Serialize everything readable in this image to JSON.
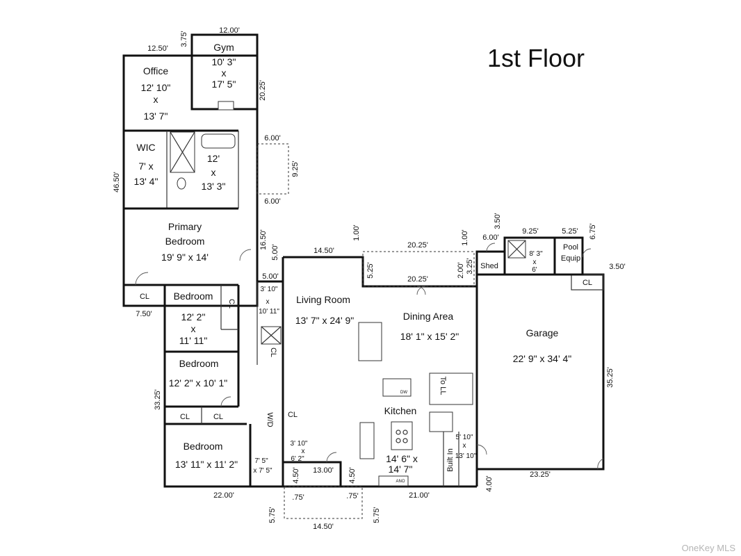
{
  "title": "1st Floor",
  "watermark": "OneKey MLS",
  "rooms": {
    "gym": {
      "name": "Gym",
      "line2": "10' 3\"",
      "line3": "x",
      "line4": "17' 5\""
    },
    "office": {
      "name": "Office",
      "line2": "12' 10\"",
      "line3": "x",
      "line4": "13' 7\""
    },
    "wic": {
      "name": "WIC",
      "line2": "7' x",
      "line3": "13' 4\""
    },
    "primary_bath": {
      "line1": "12'",
      "line2": "x",
      "line3": "13' 3\""
    },
    "primary_bedroom": {
      "name1": "Primary",
      "name2": "Bedroom",
      "size": "19' 9\" x 14'"
    },
    "bedroom_1": {
      "name": "Bedroom",
      "line2": "12' 2\"",
      "line3": "x",
      "line4": "11' 11\""
    },
    "bedroom_2": {
      "name": "Bedroom",
      "size": "12' 2\" x 10' 1\""
    },
    "bedroom_3": {
      "name": "Bedroom",
      "size": "13' 11\" x 11' 2\""
    },
    "living_room": {
      "name": "Living Room",
      "size": "13' 7\" x 24' 9\""
    },
    "dining_area": {
      "name": "Dining Area",
      "size": "18' 1\" x 15' 2\""
    },
    "kitchen": {
      "name": "Kitchen",
      "line2": "14' 6\" x",
      "line3": "14' 7\""
    },
    "garage": {
      "name": "Garage",
      "size": "22' 9\" x 34' 4\""
    },
    "shed": {
      "name": "Shed"
    },
    "pool_equip": {
      "name1": "Pool",
      "name2": "Equip"
    },
    "pool_bath": {
      "line1": "8' 3\"",
      "line2": "x",
      "line3": "6'"
    },
    "hall_bath": {
      "line1": "3' 10\"",
      "line2": "x",
      "line3": "10' 11\""
    },
    "half_bath": {
      "line1": "3' 10\"",
      "line2": "x",
      "line3": "6' 2\""
    },
    "bath_3": {
      "line1": "7' 5\"",
      "line2": "x 7' 5\""
    },
    "built_in": {
      "size1": "5' 10\"",
      "size2": "x",
      "size3": "13' 10\"",
      "label": "Built In"
    },
    "closet_label": "CL",
    "laundry_label": "W/D",
    "stairs_label": "To LL",
    "dishwasher_label": "DW",
    "appliance_label": "ANO"
  },
  "dimensions": {
    "gym_top": "12.00'",
    "office_top": "12.50'",
    "gym_offset": "3.75'",
    "east_wing_upper": "20.25'",
    "left_overall": "46.50'",
    "bump_top": "6.00'",
    "bump_bottom": "6.00'",
    "bump_depth": "9.25'",
    "wing_lower": "16.50'",
    "jog_vertical": "5.00'",
    "jog_horizontal": "5.00'",
    "wing_bottom_left": "7.50'",
    "bedrooms_side": "33.25'",
    "bedrooms_bottom": "22.00'",
    "living_top": "14.50'",
    "living_offset": "1.00'",
    "dining_vertical": "5.25'",
    "dining_dashed_top": "20.25'",
    "dining_bottom_line": "20.25'",
    "dining_right_offset": "1.00'",
    "step_2": "2.00'",
    "step_325": "3.25'",
    "shed_top": "6.00'",
    "shed_offset": "3.50'",
    "pool_bath_top": "9.25'",
    "pool_equip_top": "5.25'",
    "pool_equip_side": "6.75'",
    "garage_offset": "3.50'",
    "garage_side": "35.25'",
    "garage_bottom": "23.25'",
    "garage_step": "4.00'",
    "kitchen_bottom": "21.00'",
    "south_bump": "13.00'",
    "south_left": "4.50'",
    "south_right": "4.50'",
    "patio_left_small": ".75'",
    "patio_right_small": ".75'",
    "patio_left_side": "5.75'",
    "patio_right_side": "5.75'",
    "patio_bottom": "14.50'"
  }
}
